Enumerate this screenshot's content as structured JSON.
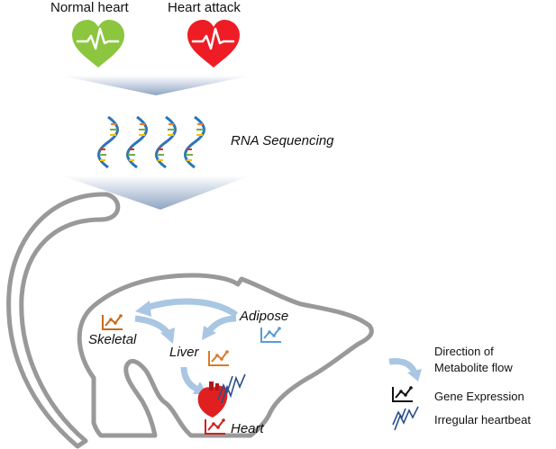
{
  "labels": {
    "normal_heart": "Normal heart",
    "heart_attack": "Heart attack",
    "rna_sequencing": "RNA Sequencing",
    "adipose": "Adipose",
    "skeletal": "Skeletal",
    "liver": "Liver",
    "heart": "Heart"
  },
  "legend": {
    "flow_line1": "Direction of",
    "flow_line2": "Metabolite flow",
    "gene_expression": "Gene Expression",
    "irregular_heartbeat": "Irregular heartbeat"
  },
  "colors": {
    "normal_heart": "#8cc63f",
    "heart_attack": "#ee1c24",
    "outline": "#999999",
    "flow_arrow": "#a9c6e3",
    "skeletal_icon": "#c96a1b",
    "liver_icon": "#d97a2a",
    "adipose_icon": "#5b9bd5",
    "heart_icon": "#cc2222"
  }
}
